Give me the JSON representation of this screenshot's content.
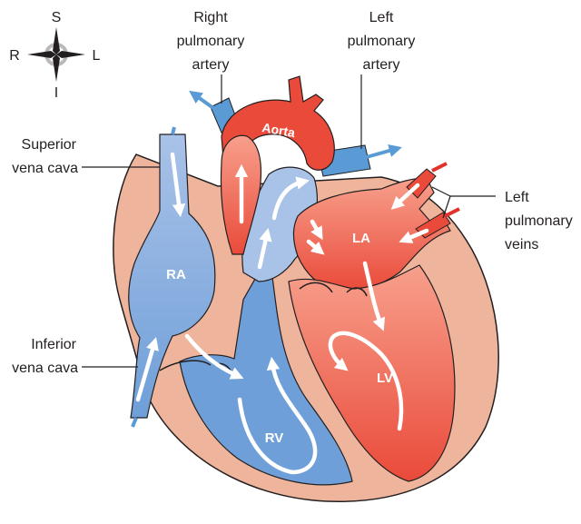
{
  "compass": {
    "superior": "S",
    "inferior": "I",
    "right": "R",
    "left": "L"
  },
  "labels": {
    "right_pulmonary_artery": [
      "Right",
      "pulmonary",
      "artery"
    ],
    "left_pulmonary_artery": [
      "Left",
      "pulmonary",
      "artery"
    ],
    "superior_vena_cava": [
      "Superior",
      "vena cava"
    ],
    "inferior_vena_cava": [
      "Inferior",
      "vena cava"
    ],
    "left_pulmonary_veins": [
      "Left",
      "pulmonary",
      "veins"
    ],
    "aorta": "Aorta"
  },
  "chambers": {
    "right_atrium": "RA",
    "right_ventricle": "RV",
    "left_atrium": "LA",
    "left_ventricle": "LV"
  },
  "colors": {
    "deoxygenated": "#7fa8dc",
    "deoxygenated_dark": "#5b8ccf",
    "oxygenated": "#f15a46",
    "oxygenated_dark": "#e0322a",
    "wall": "#efb59c",
    "outline": "#231f20",
    "flow_arrow": "#ffffff"
  }
}
